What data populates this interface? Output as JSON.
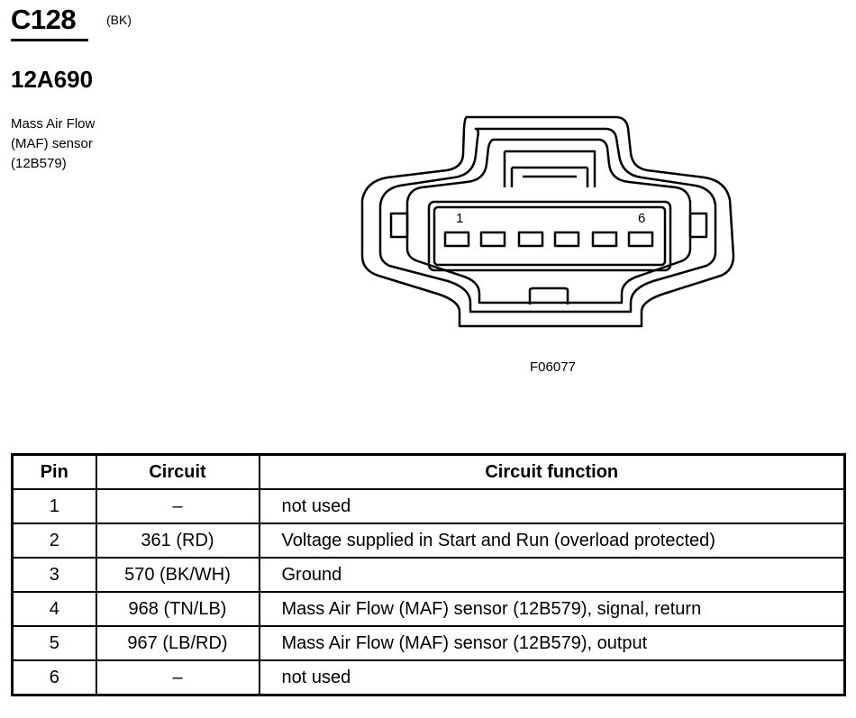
{
  "header": {
    "connector_id": "C128",
    "connector_color": "(BK)",
    "part_number": "12A690",
    "component_lines": [
      "Mass Air Flow",
      "(MAF) sensor",
      "(12B579)"
    ]
  },
  "drawing": {
    "pin_label_first": "1",
    "pin_label_last": "6",
    "figure_id": "F06077"
  },
  "table": {
    "headers": [
      "Pin",
      "Circuit",
      "Circuit function"
    ],
    "rows": [
      {
        "pin": "1",
        "circuit": "–",
        "function": "not used"
      },
      {
        "pin": "2",
        "circuit": "361 (RD)",
        "function": "Voltage supplied in Start and Run (overload protected)"
      },
      {
        "pin": "3",
        "circuit": "570 (BK/WH)",
        "function": "Ground"
      },
      {
        "pin": "4",
        "circuit": "968 (TN/LB)",
        "function": "Mass Air Flow (MAF) sensor (12B579), signal, return"
      },
      {
        "pin": "5",
        "circuit": "967 (LB/RD)",
        "function": "Mass Air Flow (MAF) sensor (12B579), output"
      },
      {
        "pin": "6",
        "circuit": "–",
        "function": "not used"
      }
    ]
  }
}
